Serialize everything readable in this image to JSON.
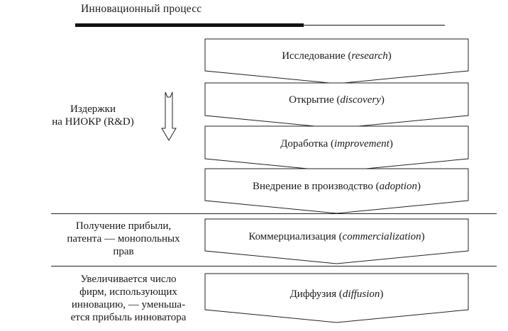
{
  "title": "Инновационный процесс",
  "rd_costs_label": {
    "line1": "Издержки",
    "line2": "на НИОКР (R&D)"
  },
  "stages": [
    {
      "label": "Исследование",
      "term": "research"
    },
    {
      "label": "Открытие",
      "term": "discovery"
    },
    {
      "label": "Доработка",
      "term": "improvement"
    },
    {
      "label": "Внедрение в производство",
      "term": "adoption"
    },
    {
      "label": "Коммерциализация",
      "term": "commercialization"
    },
    {
      "label": "Диффузия",
      "term": "diffusion"
    }
  ],
  "commercialization_note": {
    "line1": "Получение прибыли,",
    "line2": "патента — монопольных",
    "line3": "прав"
  },
  "diffusion_note": {
    "line1": "Увеличивается число",
    "line2": "фирм, использующих",
    "line3": "инновацию, — уменьша-",
    "line4": "ется прибыль инноватора"
  }
}
